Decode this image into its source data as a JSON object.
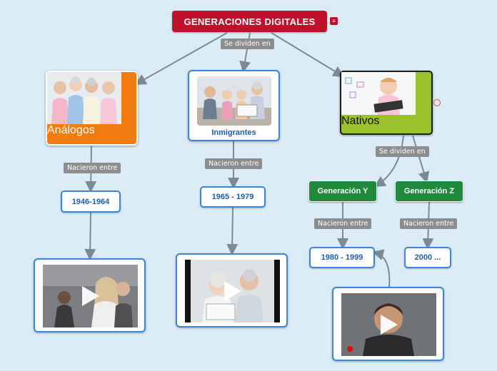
{
  "title": "GENERACIONES DIGITALES",
  "connectors": {
    "root": "Se dividen en",
    "analogos": "Nacieron entre",
    "inmigrantes": "Nacieron entre",
    "nativos": "Se dividen en",
    "gen_y": "Nacieron entre",
    "gen_z": "Nacieron entre"
  },
  "nodes": {
    "analogos": "Análogos",
    "inmigrantes": "Inmigrantes",
    "nativos": "Nativos",
    "gen_y": "Generación Y",
    "gen_z": "Generación Z"
  },
  "years": {
    "analogos": "1946-1964",
    "inmigrantes": "1965 - 1979",
    "gen_y": "1980 - 1999",
    "gen_z": "2000 ..."
  },
  "icons": {
    "note": "note-icon",
    "link": "hyperlink-icon",
    "play": "play-icon"
  },
  "colors": {
    "title": "#c0112c",
    "analogos": "#f07c12",
    "nativos": "#9ac22a",
    "generation": "#1f8a3c",
    "connector": "#8d8d8d",
    "border": "#3b87d6"
  }
}
